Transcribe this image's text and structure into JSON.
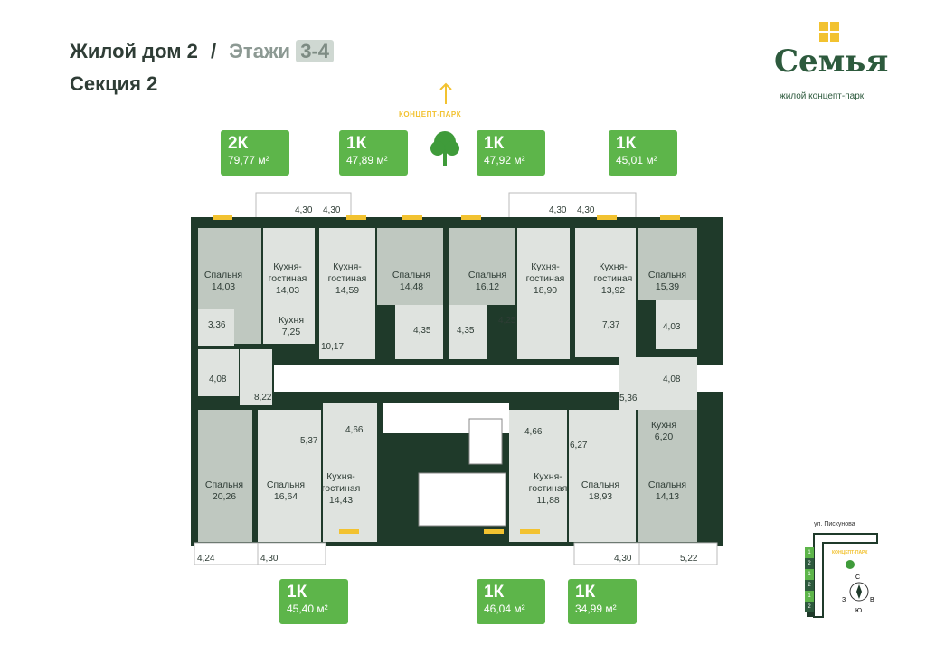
{
  "header": {
    "building": "Жилой дом 2",
    "separator": "/",
    "floors_label": "Этажи",
    "floors_value": "3-4",
    "section": "Секция 2"
  },
  "brand": {
    "name": "Семья",
    "tagline": "жилой концепт-парк",
    "logo_color": "#f2c230"
  },
  "park": {
    "label": "КОНЦЕПТ-ПАРК",
    "arrow_icon": "arrow-up-icon",
    "tree_icon": "tree-icon"
  },
  "colors": {
    "apartment_badge": "#5db54a",
    "walls": "#1f3a2a",
    "room_fill": "#dfe3df",
    "room_fill_dark": "#bfc8c0",
    "window": "#f2c230"
  },
  "apartments_top": [
    {
      "rooms": "2К",
      "area": "79,77 м²"
    },
    {
      "rooms": "1К",
      "area": "47,89 м²"
    },
    {
      "rooms": "1К",
      "area": "47,92 м²"
    },
    {
      "rooms": "1К",
      "area": "45,01 м²"
    }
  ],
  "apartments_bottom": [
    {
      "rooms": "1К",
      "area": "45,40 м²"
    },
    {
      "rooms": "1К",
      "area": "46,04 м²"
    },
    {
      "rooms": "1К",
      "area": "34,99 м²"
    }
  ],
  "rooms": [
    {
      "name": "Спальня",
      "area": "14,03"
    },
    {
      "name": "Кухня-гостиная",
      "area": "14,03"
    },
    {
      "name": "Кухня-гостиная",
      "area": "14,59"
    },
    {
      "name": "Спальня",
      "area": "14,48"
    },
    {
      "name": "Спальня",
      "area": "16,12"
    },
    {
      "name": "Кухня-гостиная",
      "area": "18,90"
    },
    {
      "name": "Кухня-гостиная",
      "area": "13,92"
    },
    {
      "name": "Спальня",
      "area": "15,39"
    },
    {
      "name": "Кухня",
      "area": "7,25"
    },
    {
      "name": "Спальня",
      "area": "20,26"
    },
    {
      "name": "Спальня",
      "area": "16,64"
    },
    {
      "name": "Кухня-гостиная",
      "area": "14,43"
    },
    {
      "name": "Кухня-гостиная",
      "area": "11,88"
    },
    {
      "name": "Спальня",
      "area": "18,93"
    },
    {
      "name": "Кухня",
      "area": "6,20"
    },
    {
      "name": "Спальня",
      "area": "14,13"
    }
  ],
  "small_areas": [
    "4,30",
    "4,30",
    "4,30",
    "4,30",
    "3,36",
    "4,08",
    "8,22",
    "10,17",
    "4,35",
    "4,35",
    "4,25",
    "7,37",
    "4,03",
    "4,08",
    "5,36",
    "4,66",
    "5,37",
    "4,66",
    "6,27",
    "4,24",
    "4,30",
    "4,30",
    "5,22"
  ],
  "minimap": {
    "street": "ул. Пискунова",
    "park": "КОНЦЕПТ-ПАРК",
    "north": "С",
    "south": "Ю",
    "west": "З",
    "east": "В",
    "sections": [
      "1",
      "2",
      "1",
      "2",
      "1",
      "2"
    ]
  }
}
